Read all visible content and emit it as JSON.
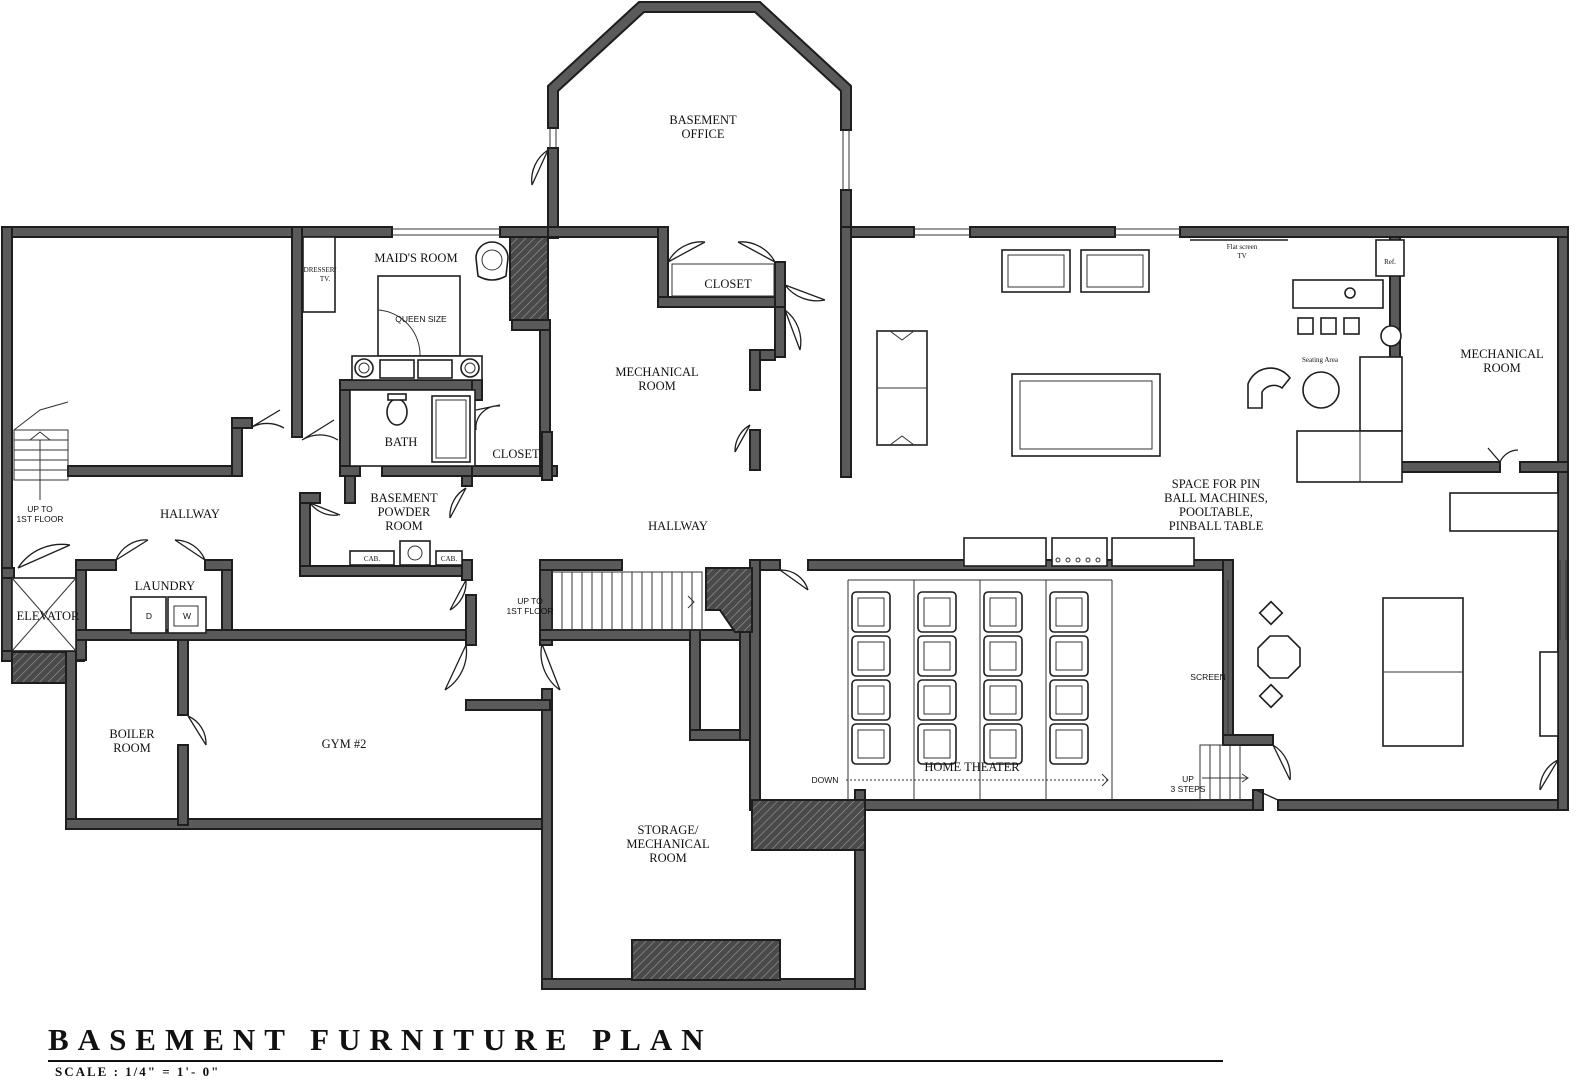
{
  "title": "BASEMENT FURNITURE PLAN",
  "scale": "SCALE : 1/4\" = 1'- 0\"",
  "rooms": {
    "basement_office": [
      "BASEMENT",
      "OFFICE"
    ],
    "maids_room": "MAID'S ROOM",
    "dresser_tv": [
      "DRESSER/",
      "TV."
    ],
    "queen_size": "QUEEN SIZE",
    "bath": "BATH",
    "closet_bath": "CLOSET",
    "closet_top": "CLOSET",
    "mechanical_left": [
      "MECHANICAL",
      "ROOM"
    ],
    "mechanical_right": [
      "MECHANICAL",
      "ROOM"
    ],
    "hallway_left": "HALLWAY",
    "hallway_center": "HALLWAY",
    "up_to_first_left": [
      "UP TO",
      "1ST FLOOR"
    ],
    "up_to_first_center": [
      "UP TO",
      "1ST FLOOR"
    ],
    "powder_room": [
      "BASEMENT",
      "POWDER",
      "ROOM"
    ],
    "cab_left": "CAB.",
    "cab_right": "CAB.",
    "laundry": "LAUNDRY",
    "dryer": "D",
    "washer": "W",
    "elevator": "ELEVATOR",
    "boiler_room": [
      "BOILER",
      "ROOM"
    ],
    "gym": "GYM #2",
    "storage_mechanical": [
      "STORAGE/",
      "MECHANICAL",
      "ROOM"
    ],
    "home_theater": "HOME THEATER",
    "down": "DOWN",
    "screen": "SCREEN",
    "up_3_steps": [
      "UP",
      "3 STEPS"
    ],
    "flat_screen": [
      "Flat screen",
      "TV"
    ],
    "ref": "Ref.",
    "seating_area": "Seating Area",
    "pinball_space": [
      "SPACE FOR PIN",
      "BALL MACHINES,",
      "POOLTABLE,",
      "PINBALL TABLE"
    ]
  },
  "colors": {
    "wall": "#5a5a5a",
    "line": "#1e1e1e",
    "background": "#ffffff"
  }
}
